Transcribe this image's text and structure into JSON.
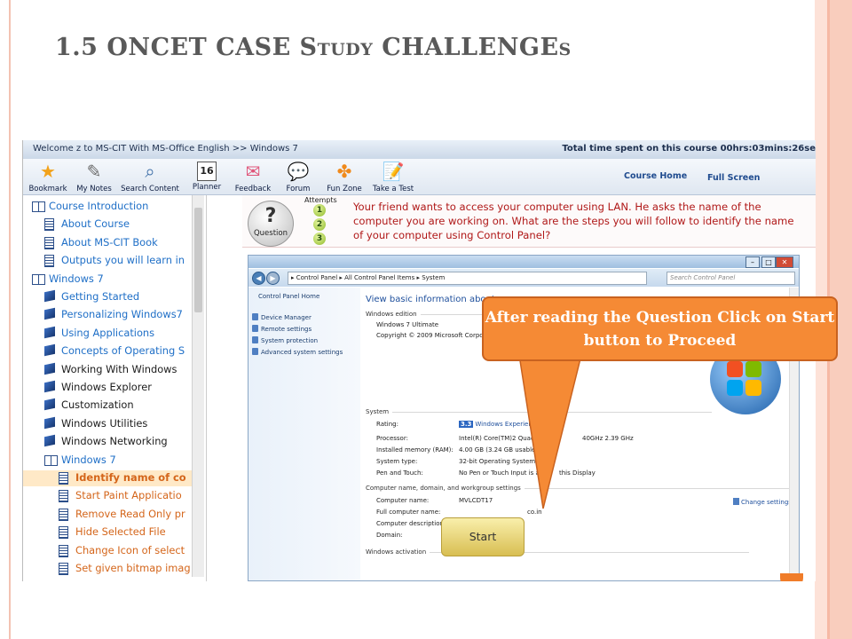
{
  "slide": {
    "title_part1": "1.5 ONCET CASE S",
    "title_small1": "TUDY",
    "title_part2": " CHALLENGE",
    "title_small2": "S"
  },
  "app": {
    "welcome": "Welcome z to MS-CIT With MS-Office English >> Windows 7",
    "time_spent": "Total time spent on this course 00hrs:03mins:26se",
    "toolbar": [
      {
        "label": "Bookmark",
        "icon": "star-icon"
      },
      {
        "label": "My Notes",
        "icon": "notes-icon"
      },
      {
        "label": "Search Content",
        "icon": "magnifier-icon"
      },
      {
        "label": "Planner",
        "icon": "calendar-icon",
        "day": "16"
      },
      {
        "label": "Feedback",
        "icon": "envelope-icon"
      },
      {
        "label": "Forum",
        "icon": "chat-icon"
      },
      {
        "label": "Fun Zone",
        "icon": "puzzle-icon"
      },
      {
        "label": "Take a Test",
        "icon": "test-icon"
      }
    ],
    "course_home": "Course Home",
    "full_screen": "Full Screen",
    "sidebar": [
      {
        "label": "Course Introduction",
        "type": "book",
        "level": 0
      },
      {
        "label": "About Course",
        "type": "page",
        "level": 1
      },
      {
        "label": "About MS-CIT Book",
        "type": "page",
        "level": 1
      },
      {
        "label": "Outputs you will learn in",
        "type": "page",
        "level": 1
      },
      {
        "label": "Windows 7",
        "type": "book",
        "level": 0
      },
      {
        "label": "Getting Started",
        "type": "topic",
        "level": 1
      },
      {
        "label": "Personalizing Windows7",
        "type": "topic",
        "level": 1
      },
      {
        "label": "Using Applications",
        "type": "topic",
        "level": 1
      },
      {
        "label": "Concepts of Operating S",
        "type": "topic",
        "level": 1
      },
      {
        "label": "Working With Windows",
        "type": "topic",
        "level": 1
      },
      {
        "label": "Windows Explorer",
        "type": "topic",
        "level": 1
      },
      {
        "label": "Customization",
        "type": "topic",
        "level": 1
      },
      {
        "label": "Windows Utilities",
        "type": "topic",
        "level": 1
      },
      {
        "label": "Windows Networking",
        "type": "topic",
        "level": 1
      },
      {
        "label": "Windows 7",
        "type": "book",
        "level": 1
      },
      {
        "label": "Identify name of co",
        "type": "page",
        "level": 2,
        "selected": true
      },
      {
        "label": "Start Paint Applicatio",
        "type": "page",
        "level": 2
      },
      {
        "label": "Remove Read Only pr",
        "type": "page",
        "level": 2
      },
      {
        "label": "Hide Selected File",
        "type": "page",
        "level": 2
      },
      {
        "label": "Change Icon of select",
        "type": "page",
        "level": 2
      },
      {
        "label": "Set given bitmap imag",
        "type": "page",
        "level": 2
      }
    ],
    "question": {
      "button_label": "Question",
      "attempts_label": "Attempts",
      "attempts": [
        "1",
        "2",
        "3"
      ],
      "text": "Your friend wants to access your computer using LAN. He asks the name of the computer you are working on. What are the steps you will follow to identify the name of your computer using Control Panel?"
    },
    "window": {
      "breadcrumb": "▸ Control Panel ▸ All Control Panel Items ▸ System",
      "search_placeholder": "Search Control Panel",
      "left": {
        "home": "Control Panel Home",
        "links": [
          "Device Manager",
          "Remote settings",
          "System protection",
          "Advanced system settings"
        ]
      },
      "heading": "View basic information about yo",
      "edition_section": "Windows edition",
      "edition": "Windows 7 Ultimate",
      "copyright": "Copyright © 2009 Microsoft Corporat",
      "system_section": "System",
      "rows": [
        {
          "label": "Rating:",
          "value": "Windows Experience In",
          "badge": "3.3"
        },
        {
          "label": "Processor:",
          "value": "Intel(R) Core(TM)2 Quad CPU"
        },
        {
          "label": "Installed memory (RAM):",
          "value": "4.00 GB (3.24 GB usable)"
        },
        {
          "label": "System type:",
          "value": "32-bit Operating System"
        },
        {
          "label": "Pen and Touch:",
          "value": "No Pen or Touch Input is avail"
        }
      ],
      "cpu_speed": "40GHz  2.39 GHz",
      "pen_suffix": "this Display",
      "network_section": "Computer name, domain, and workgroup settings",
      "network_rows": [
        {
          "label": "Computer name:",
          "value": "MVLCDT17"
        },
        {
          "label": "Full computer name:",
          "value": ""
        },
        {
          "label": "Computer description:",
          "value": ""
        },
        {
          "label": "Domain:",
          "value": ""
        }
      ],
      "domain_suffix": "co.in",
      "change_settings": "Change settings",
      "activation_section": "Windows activation"
    },
    "start_button": "Start"
  },
  "callout": {
    "text": "After reading the Question Click on Start button to Proceed"
  },
  "colors": {
    "accent_orange": "#f58a35",
    "question_text": "#b01818",
    "title_gray": "#595959",
    "selected_item": "#d4651a"
  }
}
